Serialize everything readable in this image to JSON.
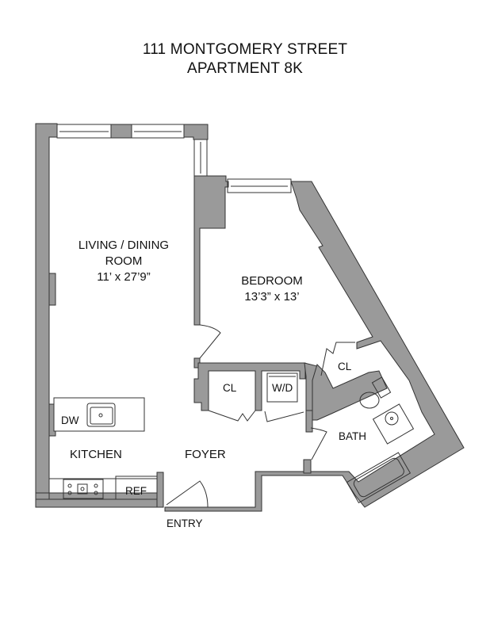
{
  "header": {
    "line1": "111 MONTGOMERY STREET",
    "line2": "APARTMENT 8K"
  },
  "rooms": {
    "living": {
      "name_line1": "LIVING / DINING",
      "name_line2": "ROOM",
      "dimensions": "11’ x 27’9”"
    },
    "bedroom": {
      "name": "BEDROOM",
      "dimensions": "13’3” x 13’"
    },
    "kitchen": {
      "name": "KITCHEN"
    },
    "foyer": {
      "name": "FOYER"
    },
    "bath": {
      "name": "BATH"
    },
    "closet_bedroom": {
      "name": "CL"
    },
    "closet_foyer": {
      "name": "CL"
    },
    "laundry": {
      "name": "W/D"
    }
  },
  "fixtures": {
    "dishwasher": "DW",
    "refrigerator": "REF"
  },
  "entry": {
    "label": "ENTRY"
  },
  "colors": {
    "wall_fill": "#9a9a9a",
    "wall_stroke": "#333333",
    "background": "#ffffff"
  }
}
